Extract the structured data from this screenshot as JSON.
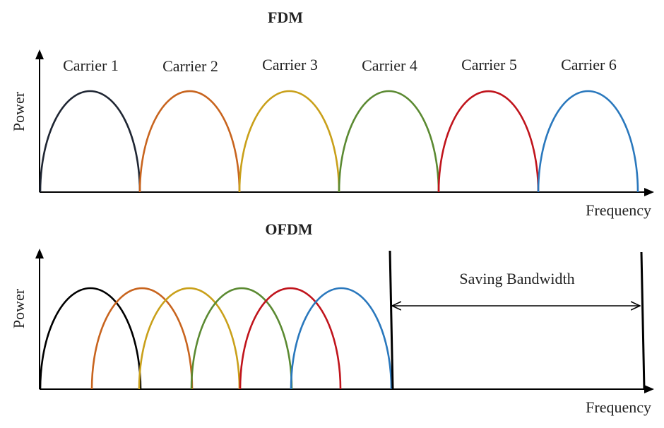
{
  "fdm": {
    "title": "FDM",
    "y_label": "Power",
    "x_label": "Frequency",
    "carriers": [
      {
        "label": "Carrier 1",
        "color": "#1f2633"
      },
      {
        "label": "Carrier 2",
        "color": "#c8641e"
      },
      {
        "label": "Carrier 3",
        "color": "#c9a01a"
      },
      {
        "label": "Carrier 4",
        "color": "#5b8a32"
      },
      {
        "label": "Carrier 5",
        "color": "#c0141c"
      },
      {
        "label": "Carrier 6",
        "color": "#2a78bd"
      }
    ]
  },
  "ofdm": {
    "title": "OFDM",
    "y_label": "Power",
    "x_label": "Frequency",
    "carrier_colors": [
      "#000000",
      "#c8641e",
      "#c9a01a",
      "#5b8a32",
      "#c0141c",
      "#2a78bd"
    ],
    "annotation": "Saving Bandwidth"
  },
  "colors": {
    "axis": "#000000",
    "text": "#222222"
  }
}
